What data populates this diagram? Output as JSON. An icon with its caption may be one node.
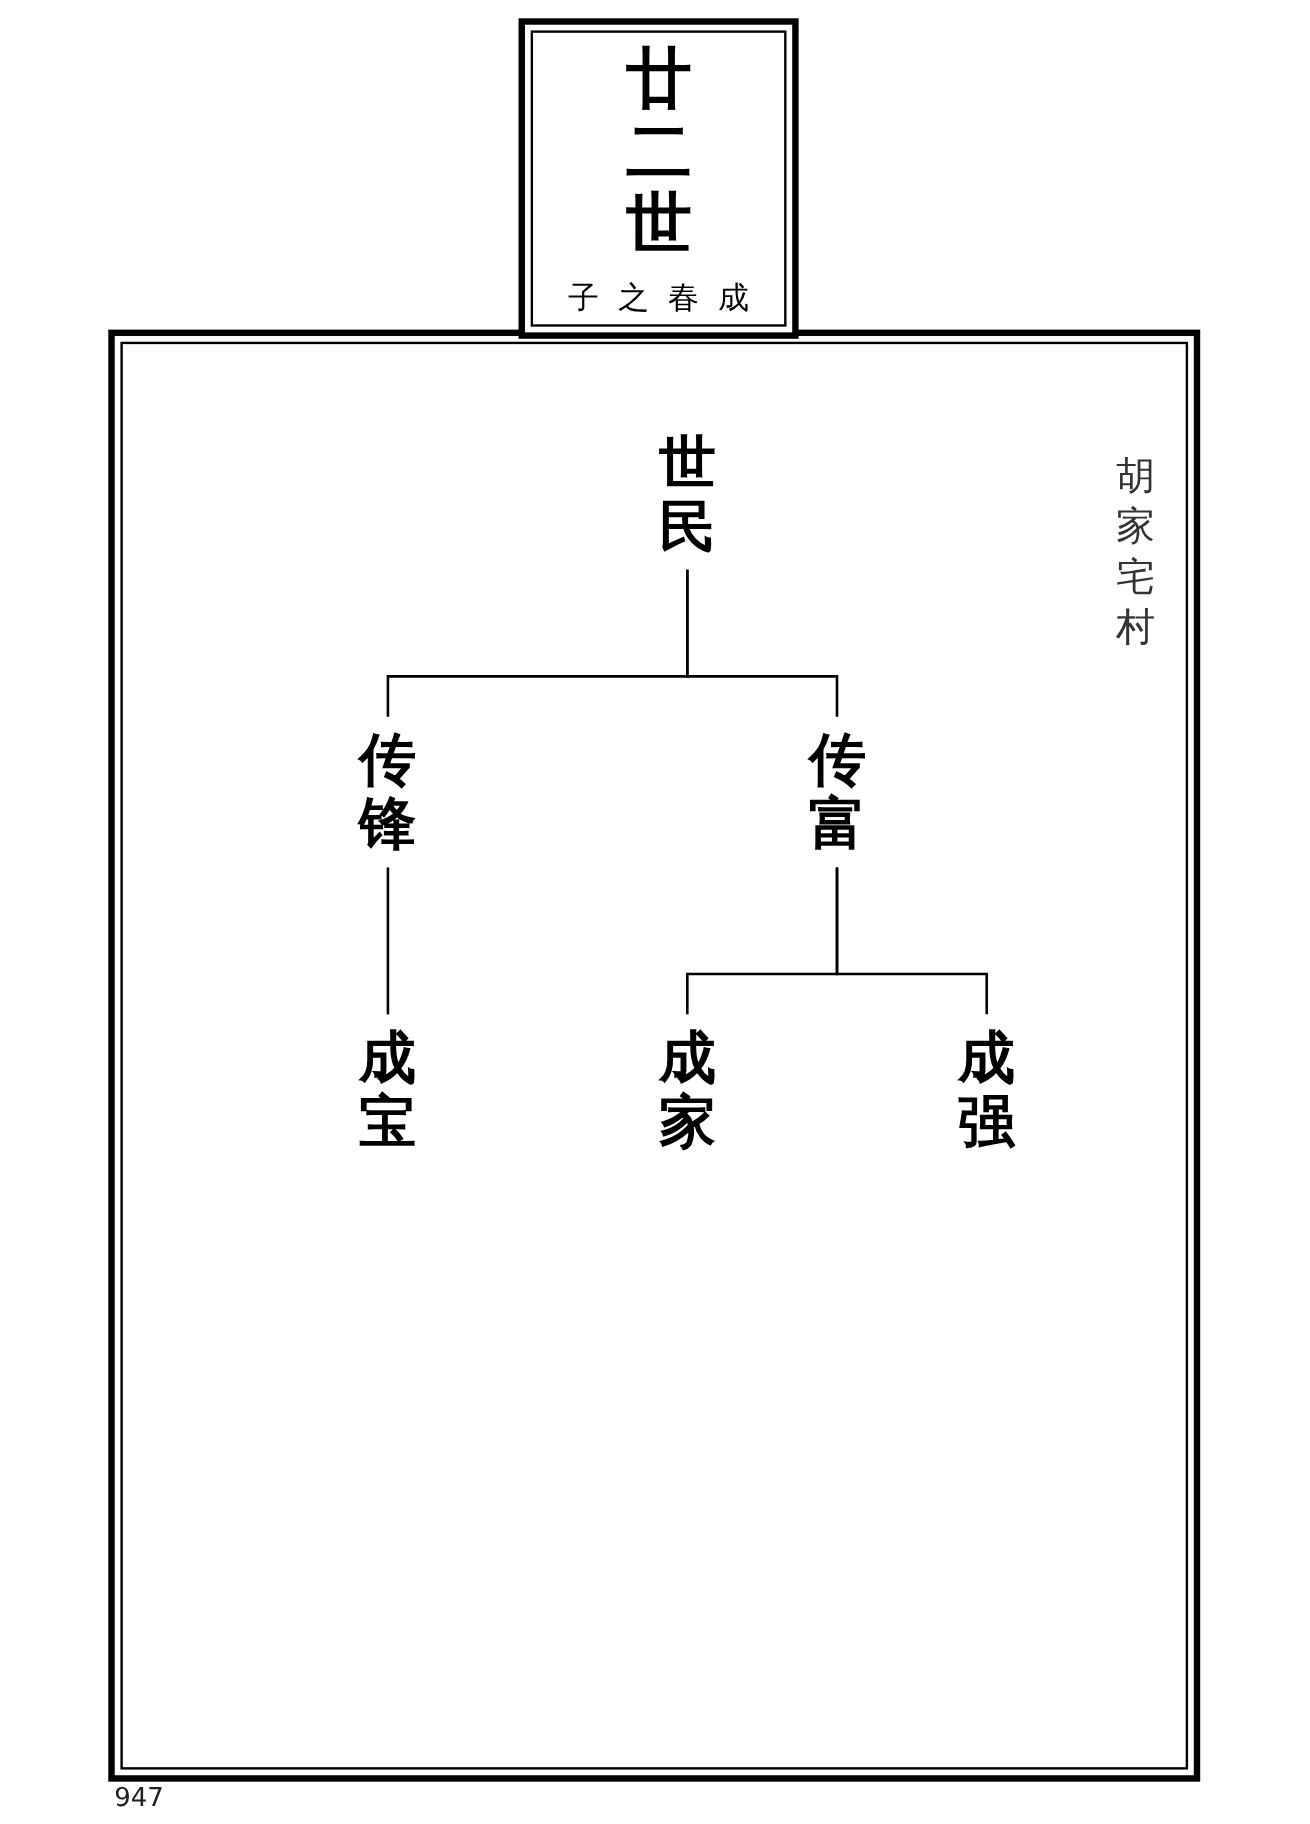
{
  "diagram": {
    "nodes": [
      {
        "text": [
          "廿二世",
          "子之春成"
        ]
      },
      {
        "text": [
          "胡家宅村"
        ]
      },
      {
        "text": [
          "世民"
        ],
        "in": 1
      },
      {
        "text": [
          "传锋"
        ],
        "in": 1
      },
      {
        "text": [
          "传富"
        ],
        "in": 1
      },
      {
        "text": [
          "成宝"
        ],
        "in": 1
      },
      {
        "text": [
          "成家"
        ],
        "in": 1
      },
      {
        "text": [
          "成强"
        ],
        "in": 1
      }
    ],
    "edges": [
      {
        "from": 2,
        "to": 3,
        "arrow": "none"
      },
      {
        "from": 2,
        "to": 4,
        "arrow": "none"
      },
      {
        "from": 3,
        "to": 5,
        "arrow": "none"
      },
      {
        "from": 4,
        "to": 6,
        "arrow": "none"
      },
      {
        "from": 4,
        "to": 7,
        "arrow": "none"
      }
    ],
    "labels": [
      "947"
    ]
  }
}
